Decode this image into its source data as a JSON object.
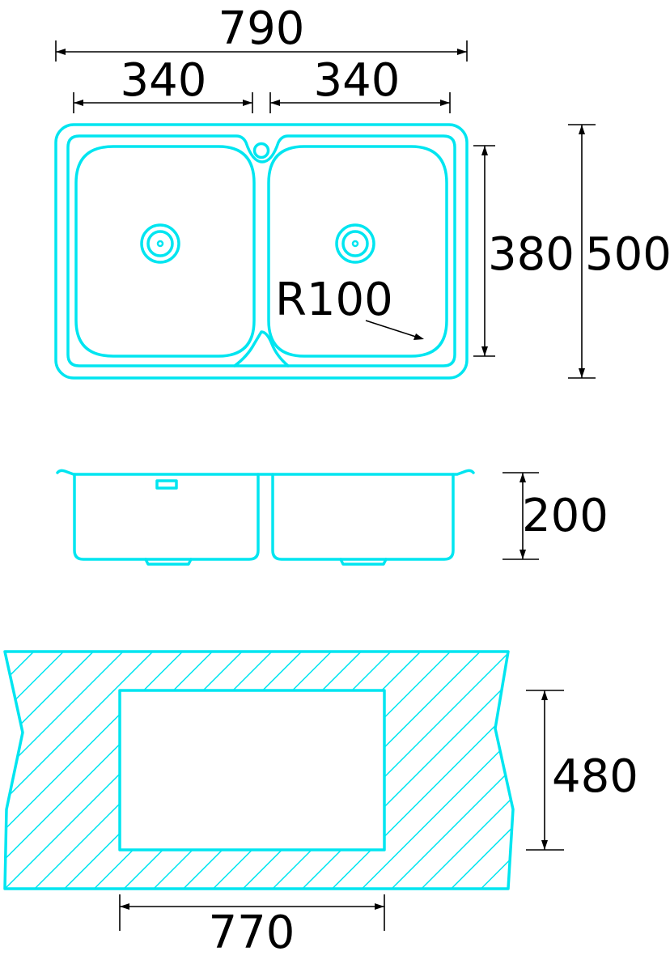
{
  "colors": {
    "outline": "#00e5f0",
    "dimension": "#000000",
    "background": "#ffffff"
  },
  "top_view": {
    "overall_width": "790",
    "bowl_width_left": "340",
    "bowl_width_right": "340",
    "bowl_length": "380",
    "overall_length": "500",
    "corner_radius": "R100"
  },
  "side_view": {
    "depth": "200"
  },
  "cutout_view": {
    "cutout_length": "480",
    "cutout_width": "770"
  }
}
